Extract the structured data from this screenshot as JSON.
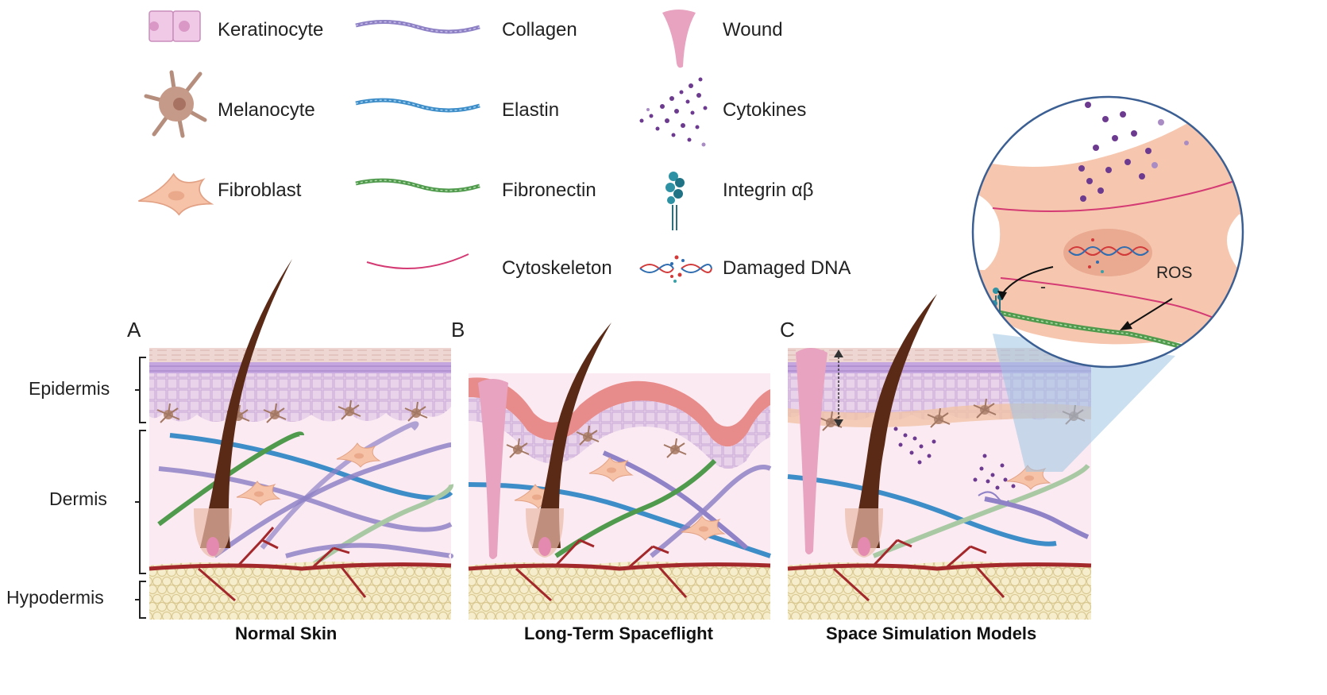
{
  "legend": {
    "keratinocyte": "Keratinocyte",
    "melanocyte": "Melanocyte",
    "fibroblast": "Fibroblast",
    "collagen": "Collagen",
    "elastin": "Elastin",
    "fibronectin": "Fibronectin",
    "cytoskeleton": "Cytoskeleton",
    "wound": "Wound",
    "cytokines": "Cytokines",
    "integrin": "Integrin αβ",
    "damaged_dna": "Damaged DNA"
  },
  "layers": {
    "epidermis": "Epidermis",
    "dermis": "Dermis",
    "hypodermis": "Hypodermis"
  },
  "panels": {
    "a_letter": "A",
    "b_letter": "B",
    "c_letter": "C",
    "a_caption": "Normal Skin",
    "b_caption": "Long-Term Spaceflight",
    "c_caption": "Space Simulation Models"
  },
  "inset": {
    "ros_label": "ROS",
    "minus_label": "-"
  },
  "colors": {
    "stratum_corneum": "#ecd3cf",
    "epidermis_purple": "#c9a9dd",
    "epidermis_light": "#e7d2ea",
    "dermis": "#fbeaf1",
    "hypodermis": "#efe4b8",
    "hair": "#5a2a16",
    "vessel": "#a3282b",
    "collagen": "#8f82c6",
    "elastin": "#3c8dc8",
    "fibronectin": "#4f9a4c",
    "cytoskeleton": "#d43a73",
    "fibroblast": "#f6c7ae",
    "wound": "#e7a3bf",
    "cytokine": "#6c3a8f"
  }
}
